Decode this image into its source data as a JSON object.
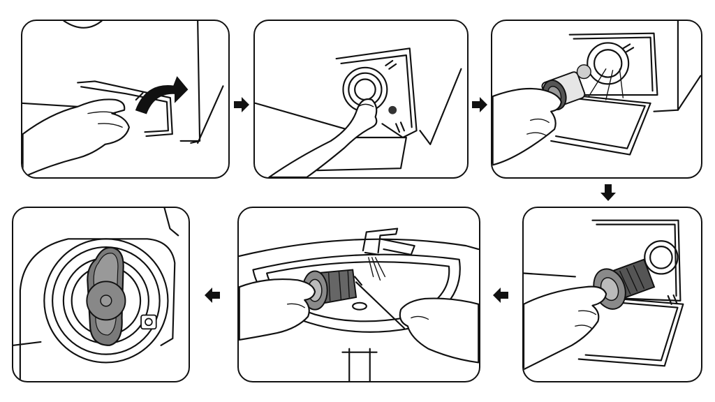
{
  "colors": {
    "line": "#111111",
    "background": "#ffffff",
    "filter_grey": "#8a8a8a",
    "filter_dark": "#555555",
    "arrow": "#111111"
  },
  "steps": [
    {
      "id": 1,
      "depicts": "open-service-cover"
    },
    {
      "id": 2,
      "depicts": "turn-filter-cap"
    },
    {
      "id": 3,
      "depicts": "pull-out-filter"
    },
    {
      "id": 4,
      "depicts": "filter-removed"
    },
    {
      "id": 5,
      "depicts": "clean-filter-under-tap"
    },
    {
      "id": 6,
      "depicts": "reinsert-filter"
    }
  ],
  "icons": {
    "flow_arrow": "right-arrow-icon",
    "down_arrow": "down-arrow-icon",
    "back_arrow": "left-arrow-icon"
  }
}
